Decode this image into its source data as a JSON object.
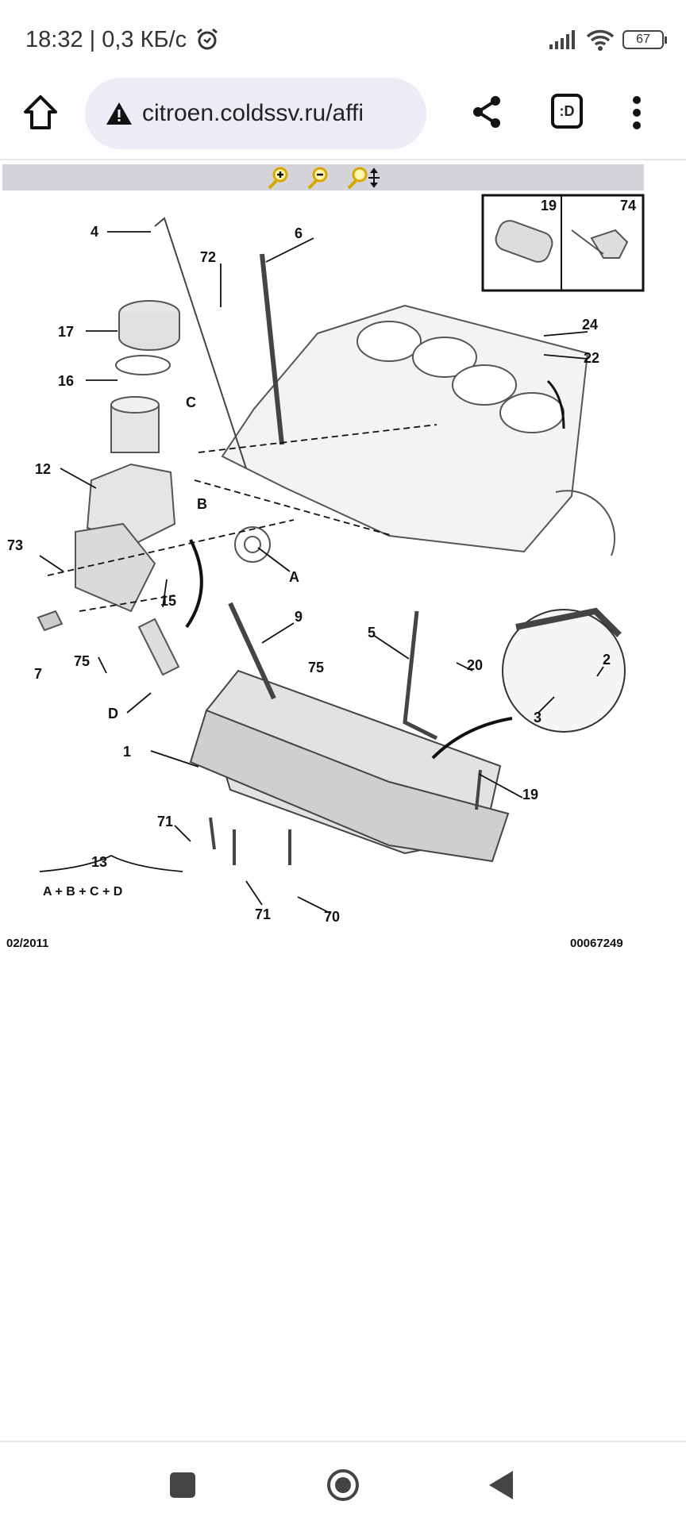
{
  "status_bar": {
    "time": "18:32 | 0,3 КБ/с",
    "battery": "67",
    "icons": [
      "alarm-icon",
      "signal-icon",
      "wifi-icon",
      "battery-icon"
    ]
  },
  "browser": {
    "url": "citroen.coldssv.ru/affi",
    "icons": [
      "home-icon",
      "warning-icon",
      "share-icon",
      "tab-switcher-icon",
      "more-icon"
    ],
    "tab_label": ":D"
  },
  "toolbar": {
    "icons": [
      "zoom-in-icon",
      "zoom-out-icon",
      "zoom-pan-icon"
    ]
  },
  "diagram": {
    "labels": [
      "4",
      "6",
      "72",
      "17",
      "16",
      "C",
      "12",
      "B",
      "73",
      "15",
      "A",
      "9",
      "7",
      "75",
      "75",
      "D",
      "5",
      "20",
      "2",
      "3",
      "24",
      "22",
      "19",
      "74",
      "1",
      "19",
      "71",
      "71",
      "70",
      "13"
    ],
    "group_formula": "A + B + C + D",
    "date": "02/2011",
    "ref": "00067249"
  },
  "nav_bar": {
    "icons": [
      "recents-icon",
      "home-circle-icon",
      "back-icon"
    ]
  }
}
